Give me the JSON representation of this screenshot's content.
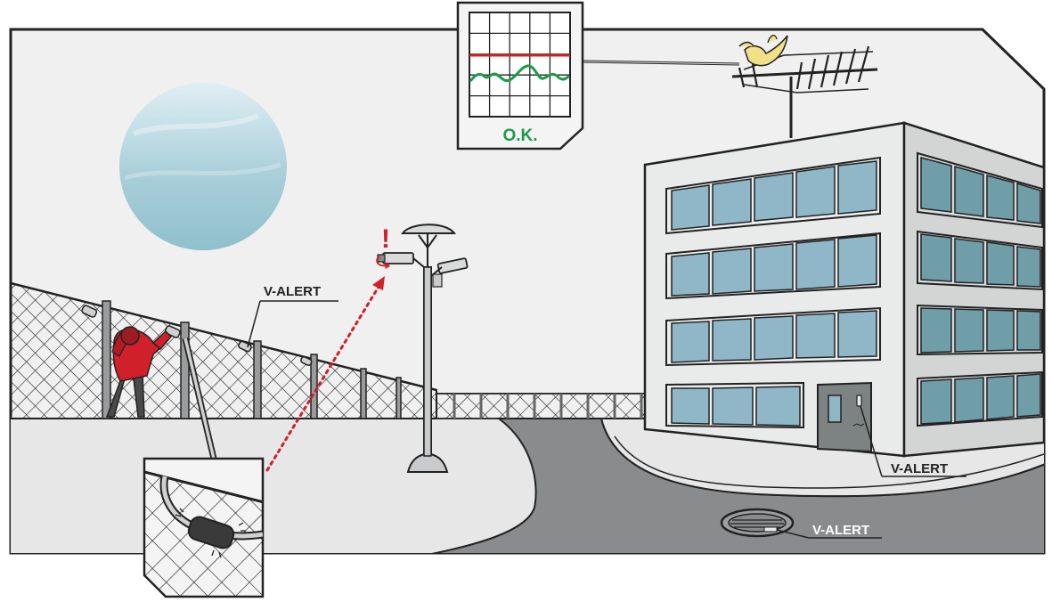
{
  "labels": {
    "fence_sensor": "V-ALERT",
    "door_sensor": "V-ALERT",
    "manhole_sensor": "V-ALERT",
    "monitor_status": "O.K."
  },
  "alert": {
    "mark": "!"
  },
  "colors": {
    "alert_red": "#d0202a",
    "ok_green": "#1e9a4a",
    "outline": "#222222",
    "ground": "#e6e7e6",
    "road": "#8a8b8c",
    "sky": "#eff0ef",
    "window": "#8fb7c8",
    "building_front": "#e9eaea",
    "building_side": "#d3d5d5"
  }
}
